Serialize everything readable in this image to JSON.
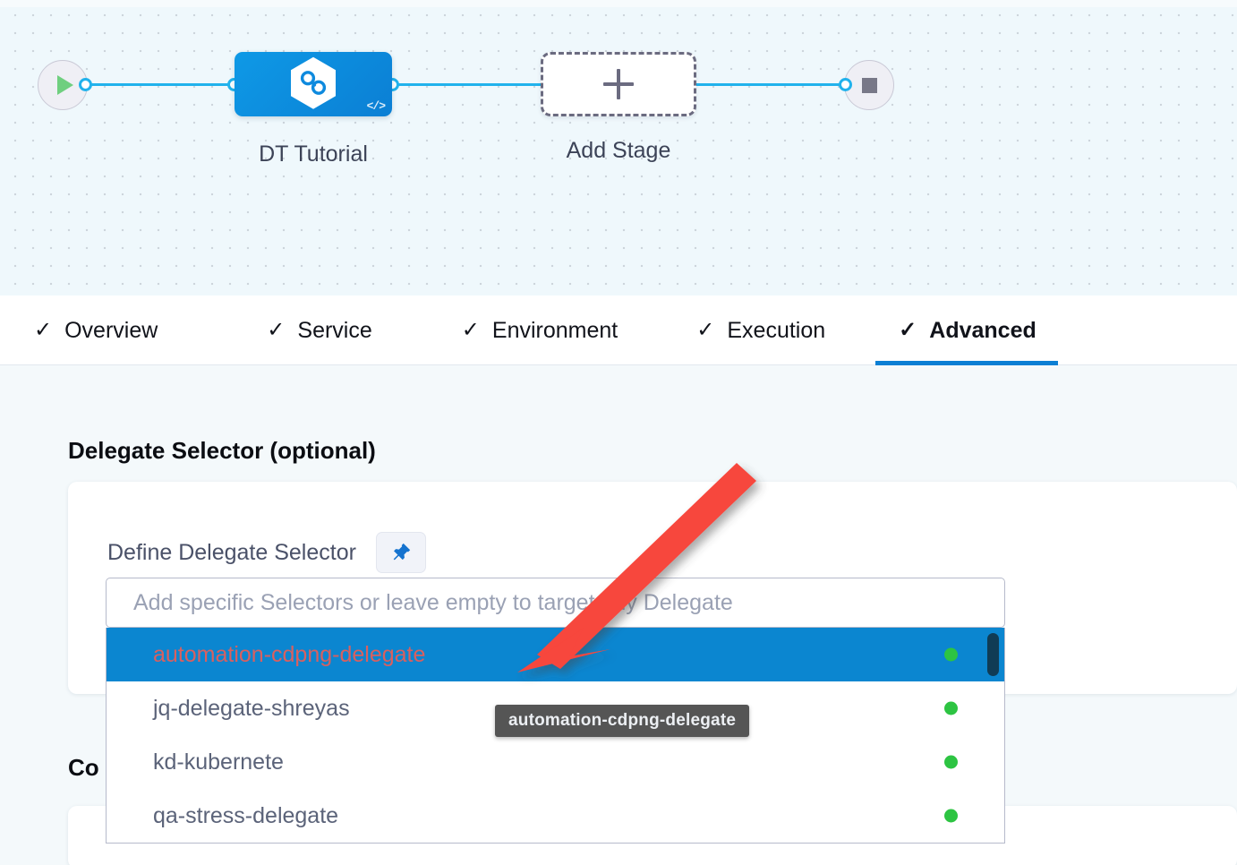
{
  "pipeline": {
    "start_node": {
      "icon": "play-icon",
      "label": ""
    },
    "stage": {
      "label": "DT Tutorial",
      "icon": "harness-hex-icon",
      "badge_icon": "code-icon"
    },
    "add_stage": {
      "label": "Add Stage",
      "icon": "plus-icon"
    },
    "end_node": {
      "icon": "stop-icon"
    }
  },
  "tabs": [
    {
      "label": "Overview",
      "check": "✓",
      "active": false
    },
    {
      "label": "Service",
      "check": "✓",
      "active": false
    },
    {
      "label": "Environment",
      "check": "✓",
      "active": false
    },
    {
      "label": "Execution",
      "check": "✓",
      "active": false
    },
    {
      "label": "Advanced",
      "check": "✓",
      "active": true
    }
  ],
  "sections": {
    "delegate_selector_title": "Delegate Selector (optional)",
    "second_title": "Co"
  },
  "field": {
    "label": "Define Delegate Selector",
    "pin_icon": "pushpin-icon"
  },
  "dropdown": {
    "placeholder": "Add specific Selectors or leave empty to target any Delegate",
    "value": "",
    "options": [
      {
        "label": "automation-cdpng-delegate",
        "status": "connected",
        "selected": true
      },
      {
        "label": "jq-delegate-shreyas",
        "status": "connected",
        "selected": false
      },
      {
        "label": "kd-kubernete",
        "status": "connected",
        "selected": false
      },
      {
        "label": "qa-stress-delegate",
        "status": "connected",
        "selected": false
      }
    ]
  },
  "tooltip": {
    "text": "automation-cdpng-delegate"
  },
  "colors": {
    "accent_blue": "#0b7fd4",
    "selected_row": "#0b86d0",
    "status_green": "#2dc442",
    "edge_blue": "#21b2ec",
    "annotation_red": "#f7463c",
    "canvas_bg": "#eff8fc",
    "page_bg": "#f4f9fb"
  }
}
